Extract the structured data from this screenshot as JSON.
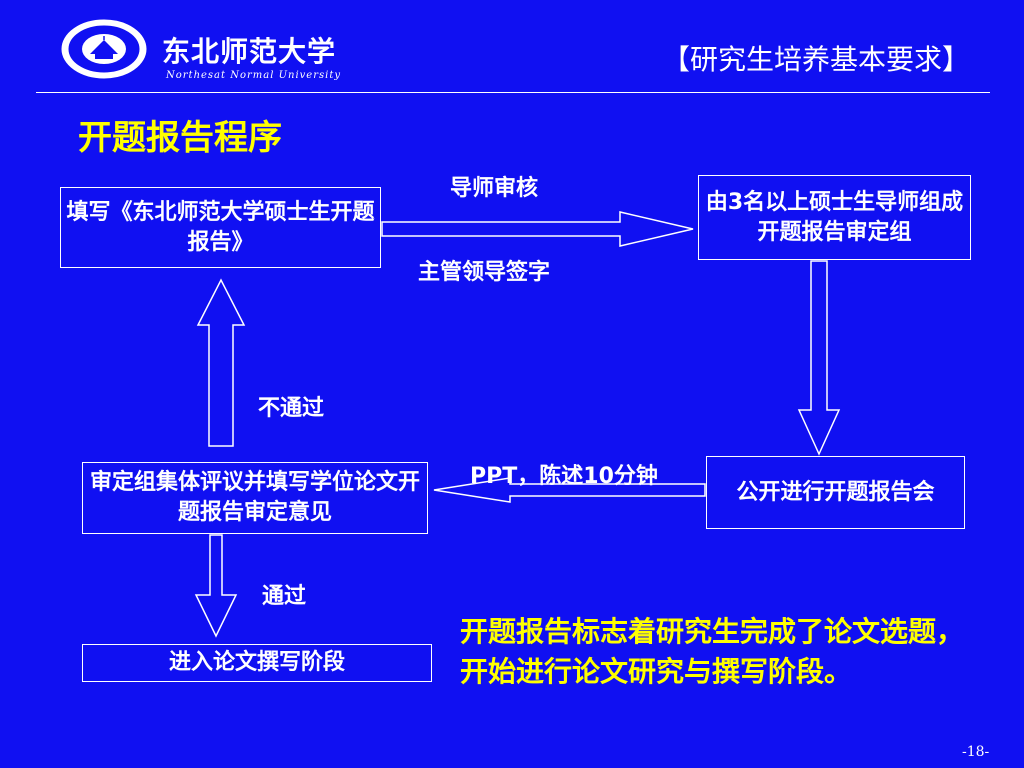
{
  "logo": {
    "name_cn": "东北师范大学",
    "name_en": "Northesat Normal University"
  },
  "header": {
    "section_title": "【研究生培养基本要求】"
  },
  "title": "开题报告程序",
  "flow": {
    "fill_report": "填写《东北师范大学硕士生开题报告》",
    "committee": "由3名以上硕士生导师组成开题报告审定组",
    "public_report": "公开进行开题报告会",
    "review": "审定组集体评议并填写学位论文开题报告审定意见",
    "enter_writing": "进入论文撰写阶段"
  },
  "labels": {
    "advisor_review": "导师审核",
    "leader_sign": "主管领导签字",
    "not_passed": "不通过",
    "passed": "通过",
    "ppt": "PPT，陈述10分钟"
  },
  "note": "开题报告标志着研究生完成了论文选题，开始进行论文研究与撰写阶段。",
  "page_number": "-18-",
  "colors": {
    "background": "#1010f2",
    "title": "#ffff00",
    "text": "#ffffff"
  }
}
